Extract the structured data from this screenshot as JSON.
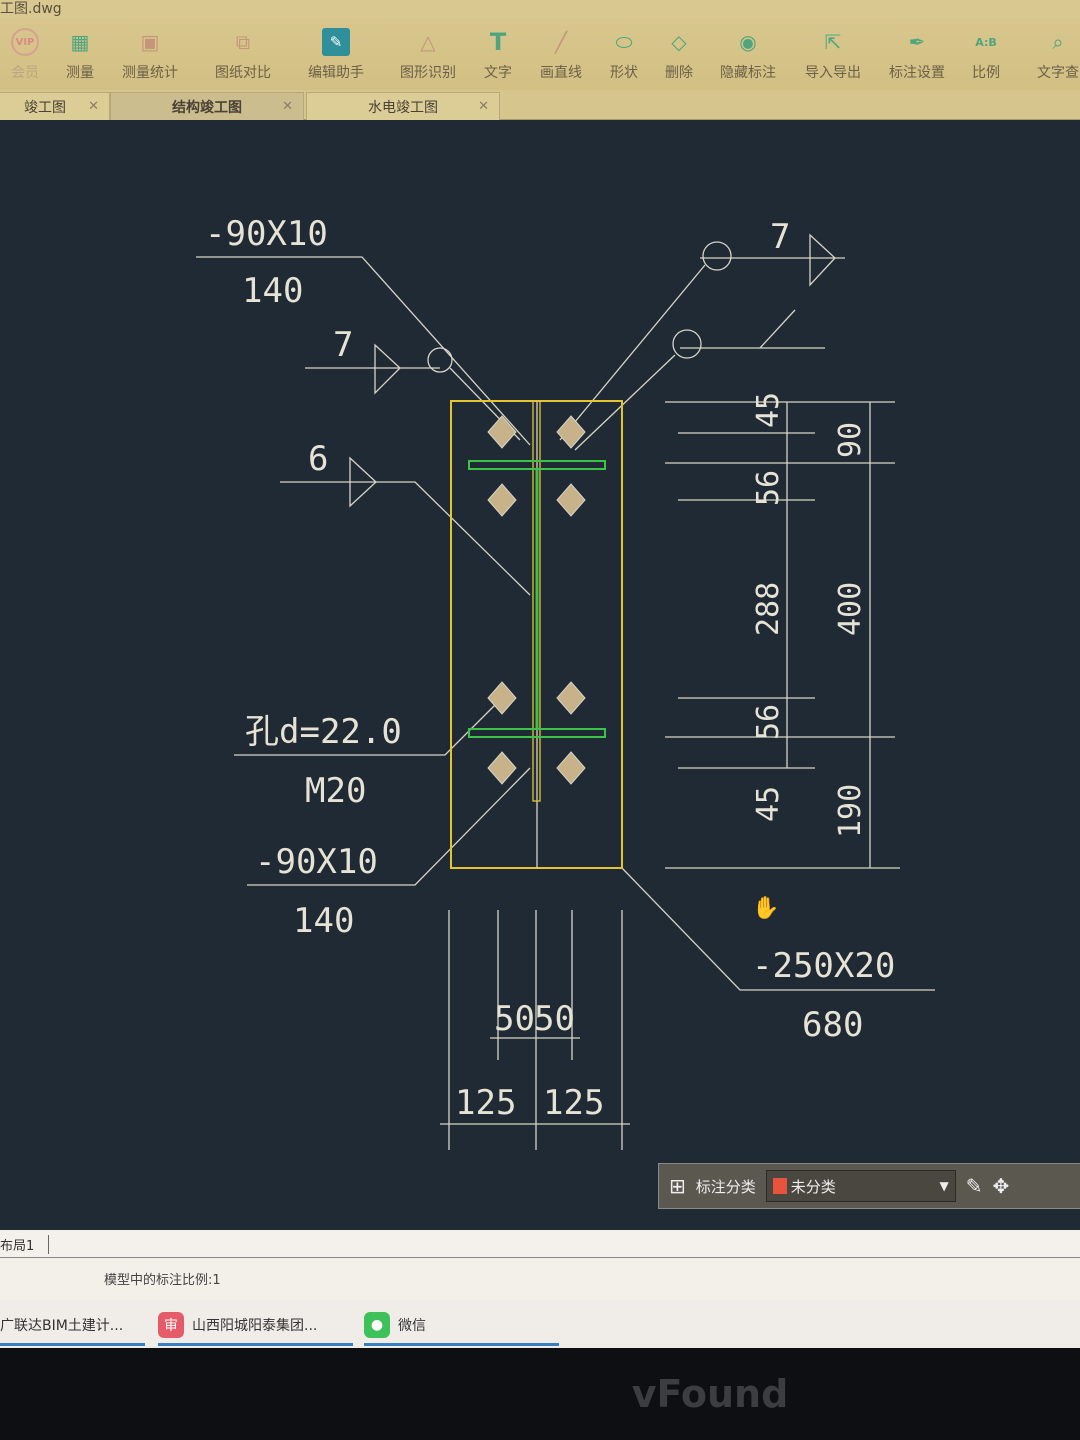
{
  "window": {
    "title": "工图.dwg"
  },
  "toolbar": [
    {
      "label": "会员",
      "icon": "vip-icon"
    },
    {
      "label": "测量",
      "icon": "ruler-icon"
    },
    {
      "label": "测量统计",
      "icon": "measure-stats-icon"
    },
    {
      "label": "图纸对比",
      "icon": "compare-icon"
    },
    {
      "label": "编辑助手",
      "icon": "edit-assistant-icon"
    },
    {
      "label": "图形识别",
      "icon": "shape-recognize-icon"
    },
    {
      "label": "文字",
      "icon": "text-icon"
    },
    {
      "label": "画直线",
      "icon": "line-icon"
    },
    {
      "label": "形状",
      "icon": "shape-icon"
    },
    {
      "label": "删除",
      "icon": "eraser-icon"
    },
    {
      "label": "隐藏标注",
      "icon": "hide-eye-icon"
    },
    {
      "label": "导入导出",
      "icon": "import-export-icon"
    },
    {
      "label": "标注设置",
      "icon": "annotation-settings-icon"
    },
    {
      "label": "比例",
      "icon": "scale-icon"
    },
    {
      "label": "文字查",
      "icon": "text-search-icon"
    }
  ],
  "tabs": [
    {
      "label": "竣工图",
      "active": false
    },
    {
      "label": "结构竣工图",
      "active": true
    },
    {
      "label": "水电竣工图",
      "active": false
    }
  ],
  "drawing": {
    "labels": {
      "plate_top": "-90X10",
      "plate_top_len": "140",
      "weld_top_left": "7",
      "weld_top_right": "7",
      "weld_web": "6",
      "hole": "孔d=22.0",
      "bolt": "M20",
      "plate_bot": "-90X10",
      "plate_bot_len": "140",
      "endplate": "-250X20",
      "endplate_len": "680"
    },
    "dims_right_inner": [
      "45",
      "56",
      "288",
      "56",
      "45"
    ],
    "dims_right_outer": [
      "90",
      "400",
      "190"
    ],
    "dims_bottom_inner": [
      "50",
      "50"
    ],
    "dims_bottom_outer": [
      "125",
      "125"
    ],
    "colors": {
      "background": "#1f2a35",
      "plate": "#e6c431",
      "stiffener": "#3fc24a",
      "bolt": "#c7b28a"
    }
  },
  "annotation_bar": {
    "label": "标注分类",
    "selected": "未分类",
    "swatch": "#e8533e"
  },
  "layout_tab": "布局1",
  "status_text": "模型中的标注比例:1",
  "taskbar": [
    {
      "label": "广联达BIM土建计...",
      "icon": "glodon-icon"
    },
    {
      "label": "山西阳城阳泰集团...",
      "icon": "approval-icon"
    },
    {
      "label": "微信",
      "icon": "wechat-icon"
    }
  ],
  "monitor_brand": "vFound"
}
